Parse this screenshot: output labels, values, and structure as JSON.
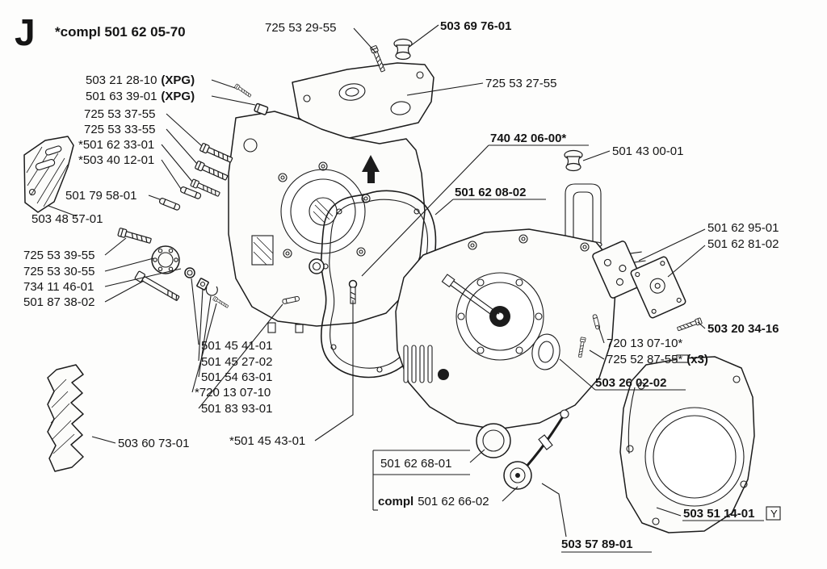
{
  "page": {
    "section_letter": "J",
    "header_ref": "*compl 501 62 05-70",
    "boxed_letter": "Y",
    "ink_color": "#1c1c1c",
    "background_color": "#fdfdfc"
  },
  "labels": [
    {
      "text": "725 53 29-55"
    },
    {
      "text": "503 69 76-01"
    },
    {
      "num": "503 21 28-10",
      "suffix": "(XPG)"
    },
    {
      "num": "501 63 39-01",
      "suffix": "(XPG)"
    },
    {
      "text": "725 53 37-55"
    },
    {
      "text": "725 53 33-55"
    },
    {
      "text": "*501 62 33-01"
    },
    {
      "text": "*503 40 12-01"
    },
    {
      "text": "501 79 58-01"
    },
    {
      "text": "503 48 57-01"
    },
    {
      "text": "725 53 39-55"
    },
    {
      "text": "725 53 30-55"
    },
    {
      "text": "734 11 46-01"
    },
    {
      "text": "501 87 38-02"
    },
    {
      "text": "725 53 27-55"
    },
    {
      "text": "740 42 06-00*"
    },
    {
      "text": "501 43 00-01"
    },
    {
      "text": "501 62 08-02"
    },
    {
      "text": "501 62 95-01"
    },
    {
      "text": "501 62 81-02"
    },
    {
      "text": "503 20 34-16"
    },
    {
      "text": "720 13 07-10*"
    },
    {
      "num": "725 52 87-55*",
      "suffix": "(x3)"
    },
    {
      "text": "503 26 02-02"
    },
    {
      "text": "501 45 41-01"
    },
    {
      "text": "501 45 27-02"
    },
    {
      "text": "501 54 63-01"
    },
    {
      "text": "*720 13 07-10"
    },
    {
      "text": "501 83 93-01"
    },
    {
      "text": "*501 45 43-01"
    },
    {
      "text": "503 60 73-01"
    },
    {
      "text": "501 62 68-01"
    },
    {
      "prefix": "compl",
      "num": "501 62 66-02"
    },
    {
      "text": "503 57 89-01"
    },
    {
      "text": "503 51 14-01"
    }
  ]
}
